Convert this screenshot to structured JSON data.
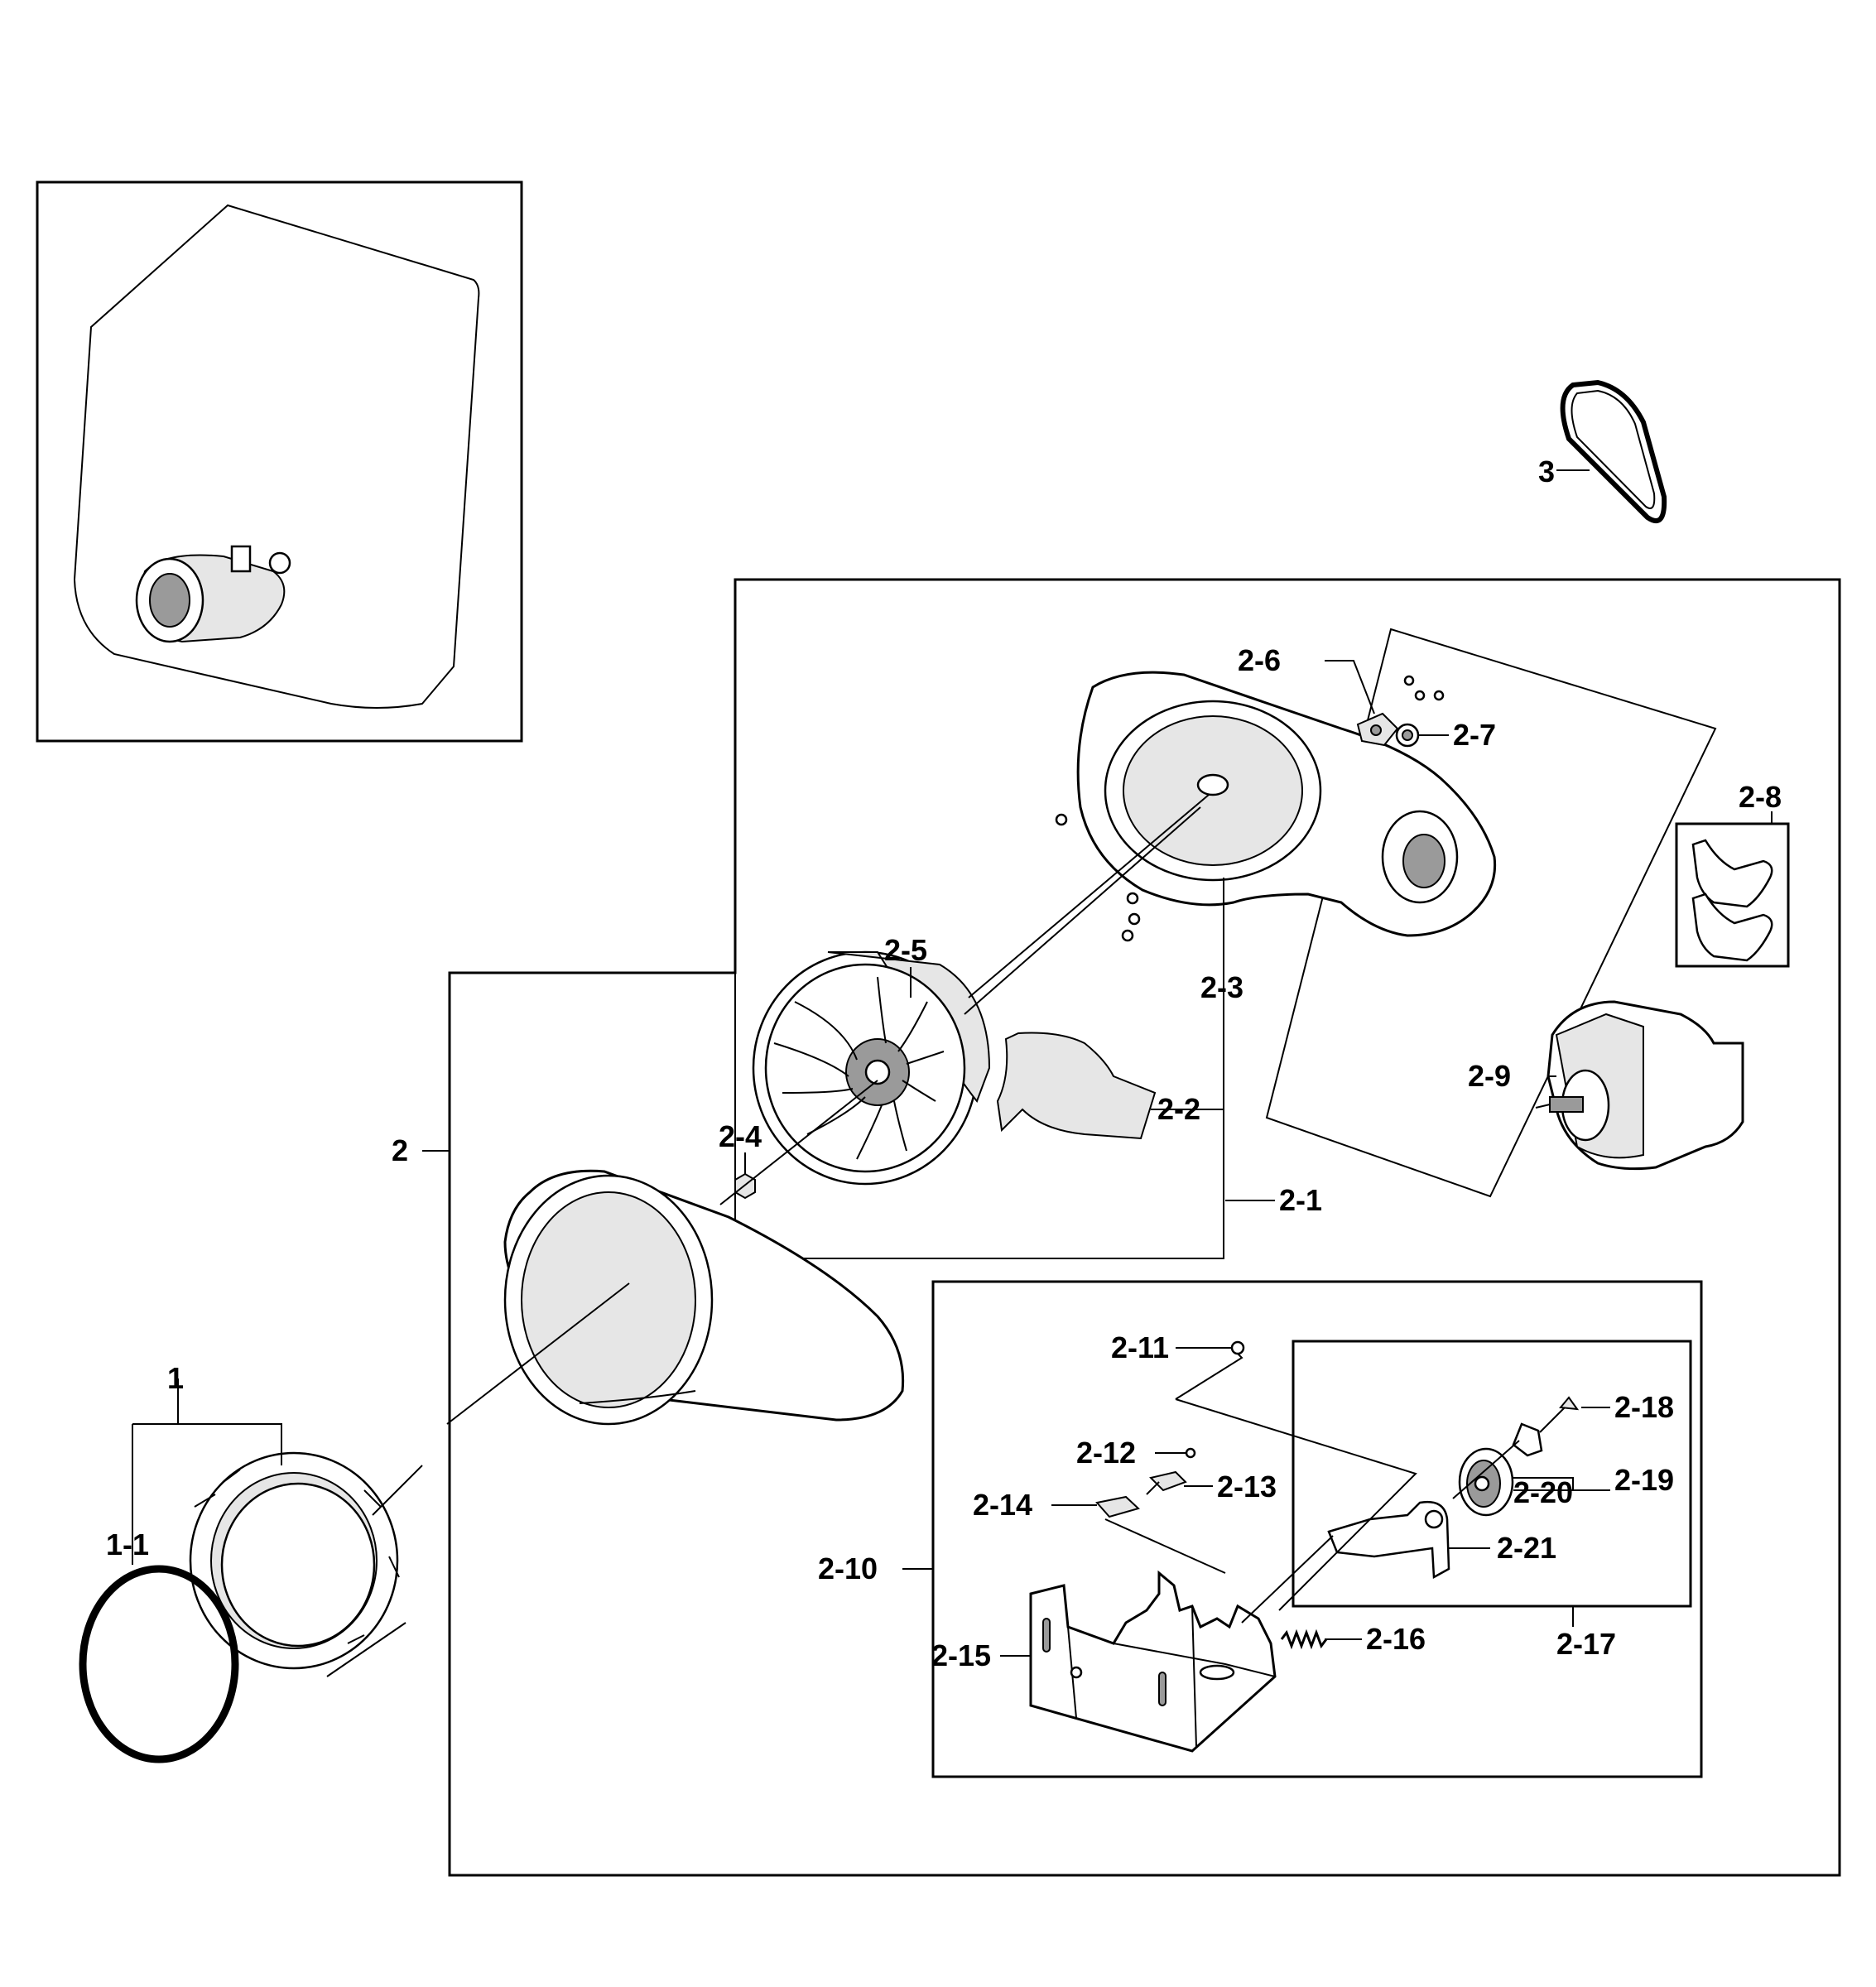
{
  "labels": {
    "l3": "3",
    "l2": "2",
    "l2_1": "2-1",
    "l2_2": "2-2",
    "l2_3": "2-3",
    "l2_4": "2-4",
    "l2_5": "2-5",
    "l2_6": "2-6",
    "l2_7": "2-7",
    "l2_8": "2-8",
    "l2_9": "2-9",
    "l2_10": "2-10",
    "l2_11": "2-11",
    "l2_12": "2-12",
    "l2_13": "2-13",
    "l2_14": "2-14",
    "l2_15": "2-15",
    "l2_16": "2-16",
    "l2_17": "2-17",
    "l2_18": "2-18",
    "l2_19": "2-19",
    "l2_20": "2-20",
    "l2_21": "2-21",
    "l1": "1",
    "l1_1": "1-1"
  }
}
